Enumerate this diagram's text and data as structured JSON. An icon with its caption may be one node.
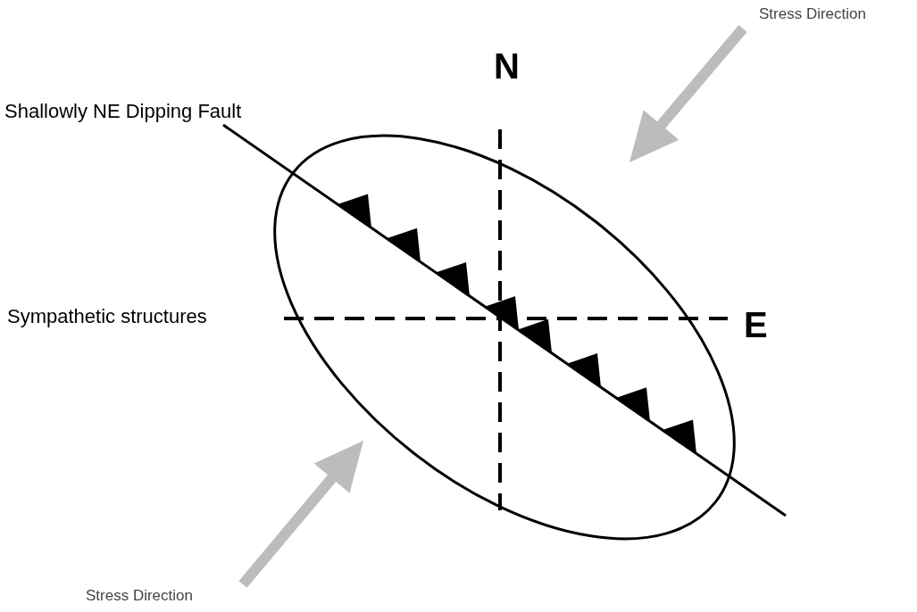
{
  "diagram": {
    "labels": [
      "Stress Direction",
      "N",
      "Shallowly NE Dipping Fault",
      "Sympathetic structures",
      "E",
      "Stress Direction"
    ]
  }
}
